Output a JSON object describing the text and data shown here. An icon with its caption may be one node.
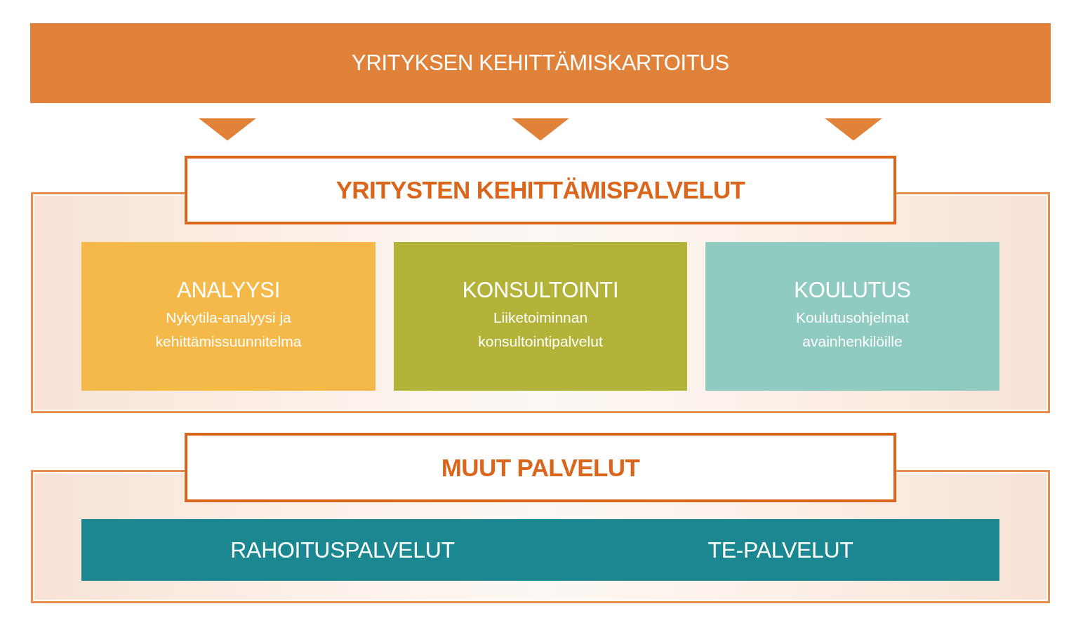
{
  "diagram": {
    "nodes": [
      {
        "text": [
          "YRITYKSEN KEHITTÄMISKARTOITUS"
        ]
      },
      {
        "text": [
          "YRITYSTEN KEHITTÄMISPALVELUT"
        ]
      },
      {
        "text": [
          "ANALYYSI",
          "Nykytila-analyysi ja kehittämissuunnitelma"
        ],
        "in": 1
      },
      {
        "text": [
          "KONSULTOINTI",
          "Liiketoiminnan konsultointipalvelut"
        ],
        "in": 1
      },
      {
        "text": [
          "KOULUTUS",
          "Koulutusohjelmat avainhenkilöille"
        ],
        "in": 1
      },
      {
        "text": [
          "MUUT PALVELUT"
        ]
      },
      {
        "text": [
          "RAHOITUSPALVELUT",
          "TE-PALVELUT"
        ],
        "in": 5
      }
    ],
    "edges": [
      {
        "from": 0,
        "to": 1,
        "arrow": "to"
      },
      {
        "from": 0,
        "to": 1,
        "arrow": "to"
      },
      {
        "from": 0,
        "to": 1,
        "arrow": "to"
      }
    ]
  }
}
